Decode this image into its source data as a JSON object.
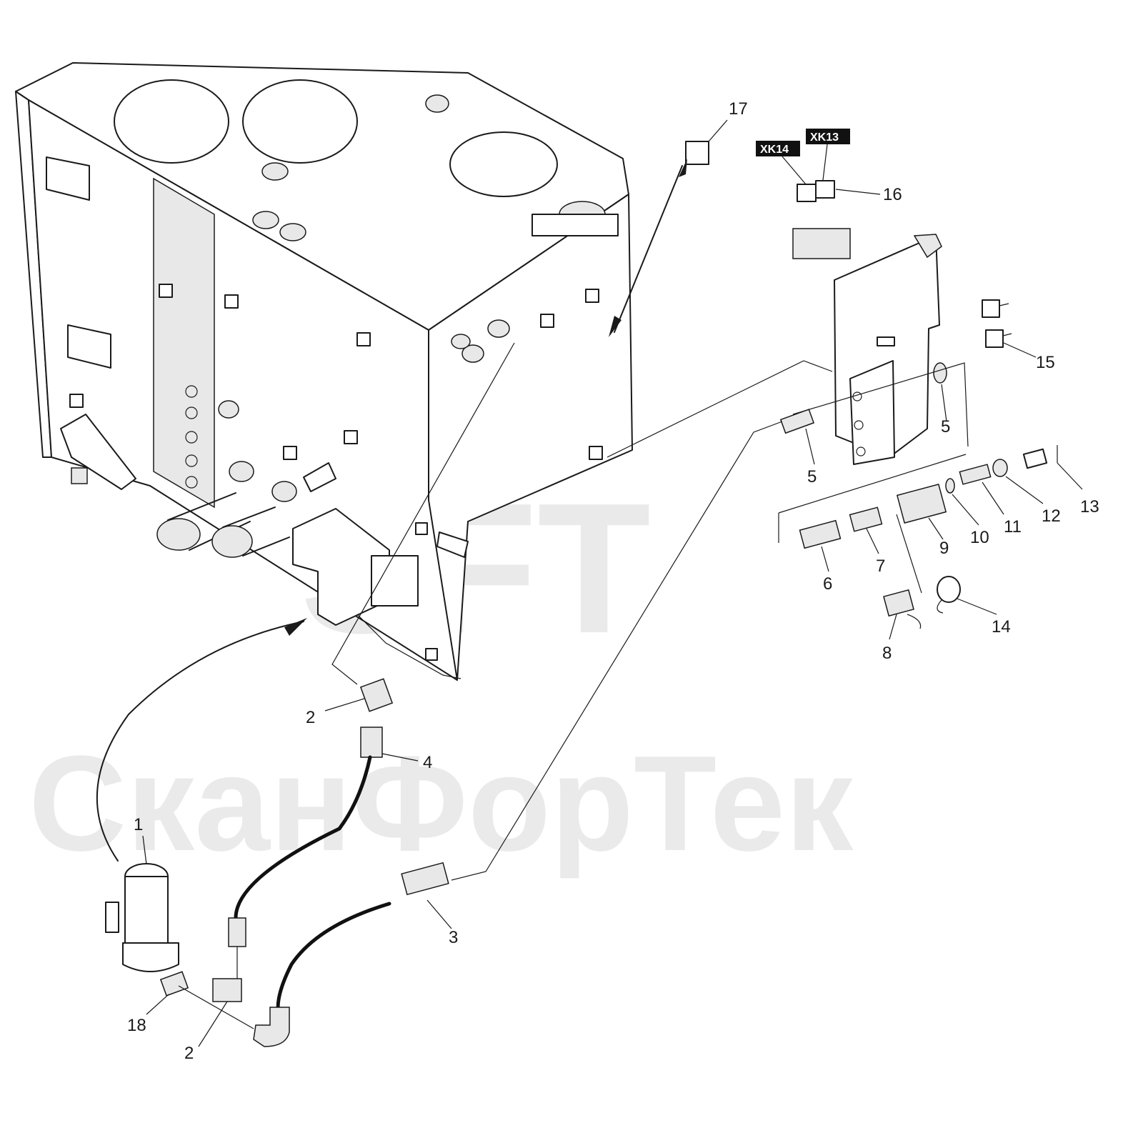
{
  "watermark": {
    "logo": "SFT",
    "brand": "СканФорТек"
  },
  "tags": {
    "xk14": "XK14",
    "xk13": "XK13"
  },
  "callouts": {
    "c1": "1",
    "c2a": "2",
    "c2b": "2",
    "c3": "3",
    "c4": "4",
    "c5a": "5",
    "c5b": "5",
    "c6": "6",
    "c7": "7",
    "c8": "8",
    "c9": "9",
    "c10": "10",
    "c11": "11",
    "c12": "12",
    "c13": "13",
    "c14": "14",
    "c15": "15",
    "c16": "16",
    "c17": "17",
    "c18": "18"
  }
}
